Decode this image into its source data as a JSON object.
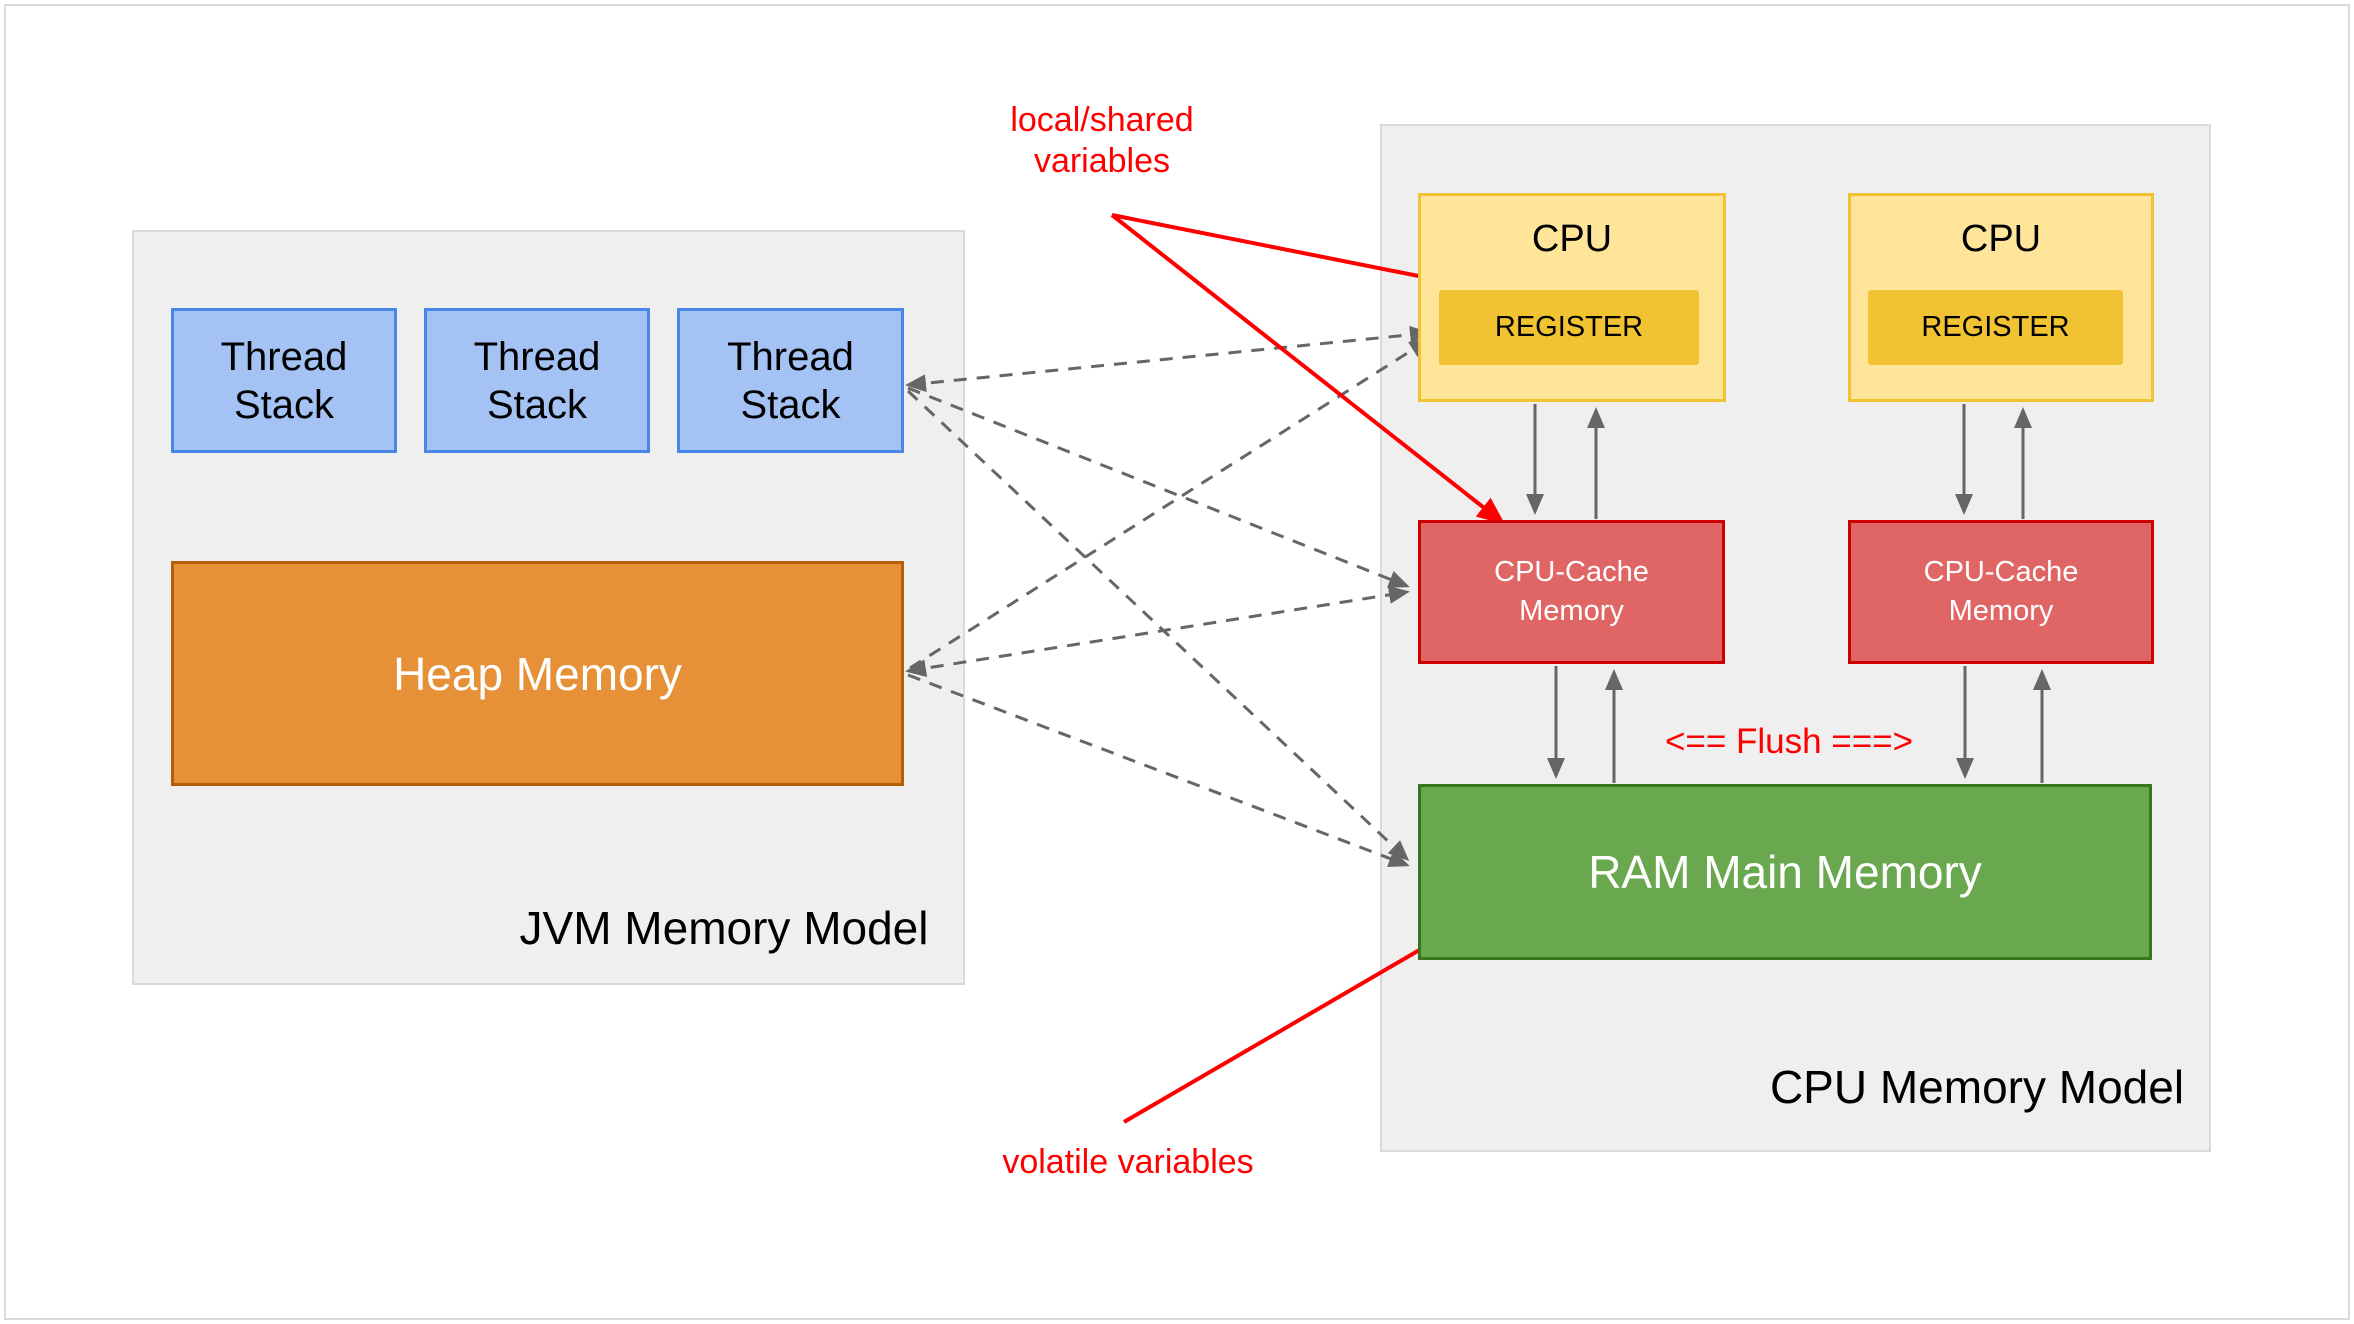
{
  "colors": {
    "page_border": "#d9d9d9",
    "panel_fill": "#efefef",
    "panel_border": "#d9d9d9",
    "thread_fill": "#a4c2f4",
    "thread_border": "#4a86e8",
    "heap_fill": "#e69138",
    "heap_border": "#b45f06",
    "cpu_fill": "#ffe599",
    "cpu_border": "#f1c232",
    "register_fill": "#f1c232",
    "cache_fill": "#e06666",
    "cache_border": "#cc0000",
    "ram_fill": "#6aa84f",
    "ram_border": "#38761d",
    "arrow_gray": "#666666",
    "annotation_red": "#ff0000",
    "text_black": "#000000",
    "text_white": "#ffffff"
  },
  "jvm_panel": {
    "title": "JVM Memory Model",
    "thread_stacks": [
      {
        "label": "Thread Stack"
      },
      {
        "label": "Thread Stack"
      },
      {
        "label": "Thread Stack"
      }
    ],
    "heap": {
      "label": "Heap Memory"
    }
  },
  "cpu_panel": {
    "title": "CPU Memory Model",
    "cpus": [
      {
        "label": "CPU",
        "register_label": "REGISTER"
      },
      {
        "label": "CPU",
        "register_label": "REGISTER"
      }
    ],
    "caches": [
      {
        "label": "CPU-Cache Memory"
      },
      {
        "label": "CPU-Cache Memory"
      }
    ],
    "ram": {
      "label": "RAM Main Memory"
    }
  },
  "annotations": {
    "local_shared": "local/shared variables",
    "volatile": "volatile variables",
    "flush": "<== Flush ===>"
  }
}
